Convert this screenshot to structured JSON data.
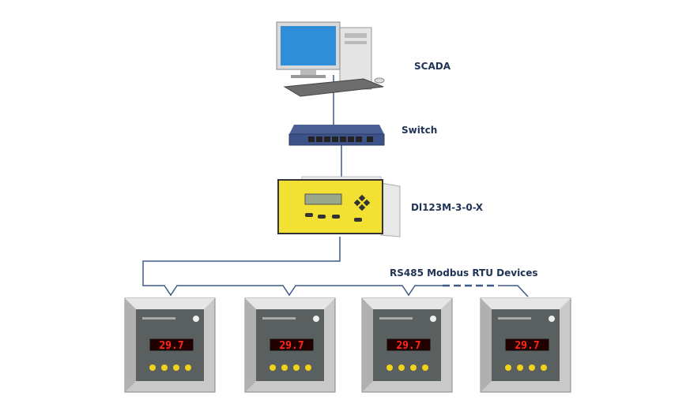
{
  "labels": {
    "scada": "SCADA",
    "switch": "Switch",
    "datalogger": "Dl123M-3-0-X",
    "bus": "RS485 Modbus RTU Devices"
  },
  "device_display": "29.7",
  "colors": {
    "line": "#3d5a87",
    "label": "#1f3354",
    "logger_face": "#f2e033",
    "display_red": "#ff2a1a",
    "button_yellow": "#f0d21a"
  }
}
